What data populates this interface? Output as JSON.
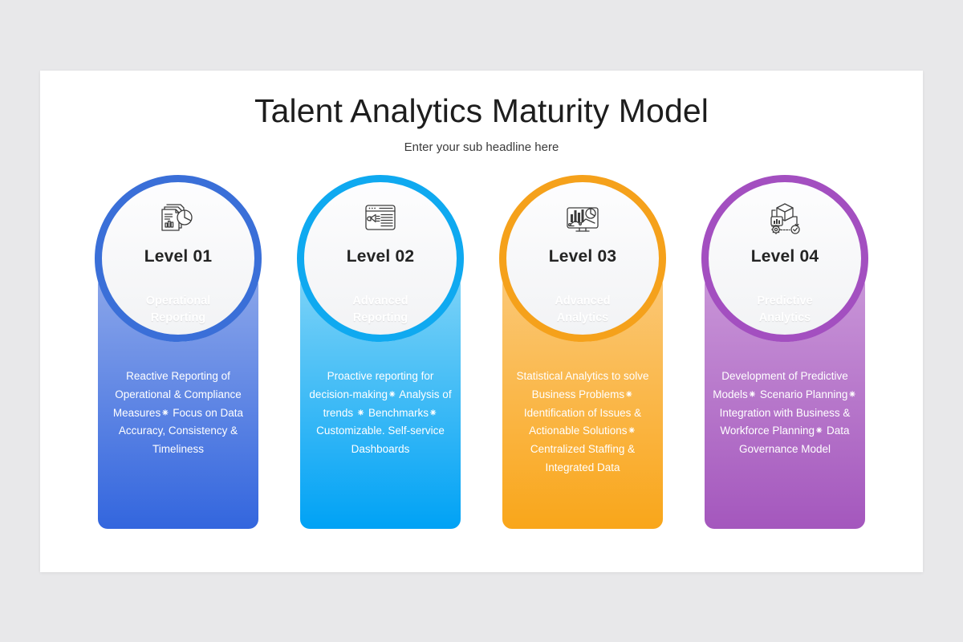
{
  "header": {
    "title": "Talent Analytics Maturity Model",
    "subtitle": "Enter your sub headline here"
  },
  "colors": {
    "slide_background": "#ffffff",
    "page_background": "#e8e8ea",
    "title_color": "#1d1d1d",
    "level_color": "#242424",
    "card_text_color": "#ffffff"
  },
  "cards": [
    {
      "level": "Level 01",
      "subtitle": "Operational\nReporting",
      "subtitle_line1": "Operational",
      "subtitle_line2": "Reporting",
      "description": "Reactive Reporting of Operational & Compliance Measures⁕ Focus on Data Accuracy, Consistency & Timeliness",
      "icon": "report-pie-chart-icon",
      "ring_color": "#3a6fd8",
      "body_top_color": "#8ba6ea",
      "body_bottom_color": "#3366de"
    },
    {
      "level": "Level 02",
      "subtitle": "Advanced\nReporting",
      "subtitle_line1": "Advanced",
      "subtitle_line2": "Reporting",
      "description": "Proactive reporting for decision-making⁕ Analysis of trends ⁕ Benchmarks⁕ Customizable. Self-service Dashboards",
      "icon": "browser-megaphone-icon",
      "ring_color": "#0fa9f0",
      "body_top_color": "#7dd3f7",
      "body_bottom_color": "#00a2f5"
    },
    {
      "level": "Level 03",
      "subtitle": "Advanced\nAnalytics",
      "subtitle_line1": "Advanced",
      "subtitle_line2": "Analytics",
      "description": "Statistical Analytics to solve Business Problems⁕ Identification of Issues & Actionable Solutions⁕ Centralized Staffing & Integrated Data",
      "icon": "monitor-analytics-icon",
      "ring_color": "#f5a11b",
      "body_top_color": "#fbc877",
      "body_bottom_color": "#f9a61a"
    },
    {
      "level": "Level 04",
      "subtitle": "Predictive\nAnalytics",
      "subtitle_line1": "Predictive",
      "subtitle_line2": "Analytics",
      "description": "Development of Predictive Models⁕ Scenario Planning⁕ Integration with Business & Workforce Planning⁕ Data Governance Model",
      "icon": "process-cube-gear-icon",
      "ring_color": "#a34fc0",
      "body_top_color": "#c996d8",
      "body_bottom_color": "#a457bd"
    }
  ]
}
